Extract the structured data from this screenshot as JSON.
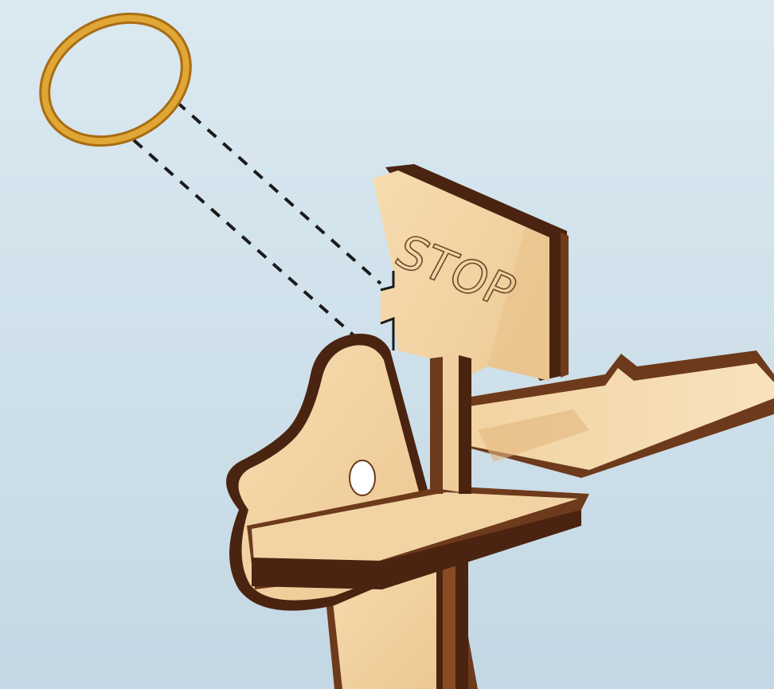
{
  "engraving": {
    "text": "STOP"
  },
  "colors": {
    "background_top": "#dbe9f1",
    "background_bottom": "#c3d8e4",
    "wood_face": "#f0cf9c",
    "wood_face_light": "#f6dcb0",
    "wood_shadow": "#e2b67e",
    "wood_edge": "#6e3a1c",
    "wood_edge_dark": "#4a2410",
    "rubber_band": "#d89a2a",
    "rubber_band_dark": "#a86d12",
    "dashed_line": "#1a1a1a"
  },
  "parts": [
    "rubber-band-ring",
    "stop-post",
    "base-plate",
    "arm-bar",
    "lower-leg"
  ]
}
